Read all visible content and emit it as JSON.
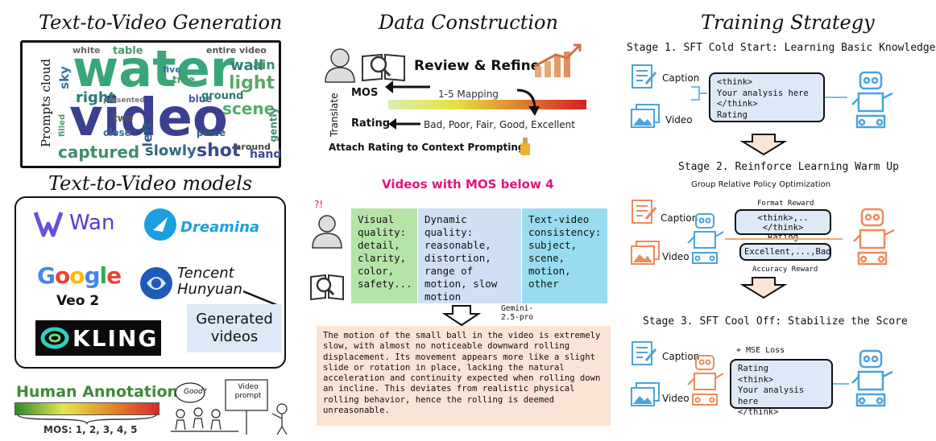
{
  "left": {
    "title_t2v": "Text-to-Video Generation",
    "prompts_cloud_label": "Prompts cloud",
    "wordcloud": [
      "water",
      "video",
      "captured",
      "slowly",
      "shot",
      "scene",
      "light",
      "left",
      "right",
      "sky",
      "wall",
      "entire video",
      "table",
      "white",
      "five",
      "hand",
      "blue",
      "tree",
      "ground",
      "gently",
      "around",
      "piece",
      "close",
      "two",
      "presented",
      "filled",
      "ain"
    ],
    "title_models": "Text-to-Video models",
    "models": [
      "Wan",
      "Dreamina",
      "Google",
      "Veo 2",
      "Tencent",
      "Hunyuan",
      "KLING"
    ],
    "generated_videos": "Generated videos",
    "human_annotation": "Human Annotation",
    "mos_scale": "MOS: 1, 2, 3, 4, 5",
    "speech_good": "Good?",
    "video_prompt_board": "Video prompt"
  },
  "middle": {
    "title": "Data Construction",
    "review_refine": "Review & Refine",
    "mos": "MOS",
    "rating": "Rating",
    "translate": "Translate",
    "mapping": "1-5 Mapping",
    "scale_words": "Bad, Poor, Fair, Good, Excellent",
    "attach": "Attach Rating to Context Prompting",
    "videos_below": "Videos with MOS below 4",
    "qualities": [
      {
        "text": "Visual quality: detail, clarity, color, safety..."
      },
      {
        "text": "Dynamic quality: reasonable, distortion, range of motion, slow motion"
      },
      {
        "text": "Text-video consistency: subject, scene, motion, other"
      }
    ],
    "gemini": "Gemini-2.5-pro",
    "description": "The motion of the small ball in the video is extremely slow, with almost no noticeable downward rolling displacement. Its movement appears more like a slight slide or rotation in place, lacking the natural acceleration and continuity expected when rolling down an incline. This deviates from realistic physical rolling behavior, hence the rolling is deemed unreasonable."
  },
  "right": {
    "title": "Training Strategy",
    "stage1": "Stage 1. SFT Cold Start: Learning Basic Knowledge",
    "stage2": "Stage 2. Reinforce Learning Warm Up",
    "grpo": "Group Relative Policy Optimization",
    "stage3": "Stage 3. SFT Cool Off: Stabilize the Score",
    "caption": "Caption",
    "video": "Video",
    "box1": [
      "<think>",
      "Your analysis here",
      "</think>",
      "Rating"
    ],
    "format_reward": "Format Reward",
    "format_box": [
      "<think>,..</think>",
      "Rating"
    ],
    "accuracy_box": "Excellent,...,Bad",
    "accuracy_reward": "Accuracy Reward",
    "mse_loss": "+ MSE Loss",
    "box3": [
      "Rating",
      "<think>",
      "Your analysis here",
      "</think>"
    ]
  },
  "colors": {
    "blue_icon": "#4ba3db",
    "orange_icon": "#ef8a5a",
    "box_blue": "#dde9f7",
    "green_col": "#b6e3a8",
    "blue_col": "#cfe0f3",
    "teal_col": "#99dcef",
    "desc_bg": "#fbe3d6",
    "pink_title": "#e8127a",
    "human_green": "#3f8a3a"
  }
}
